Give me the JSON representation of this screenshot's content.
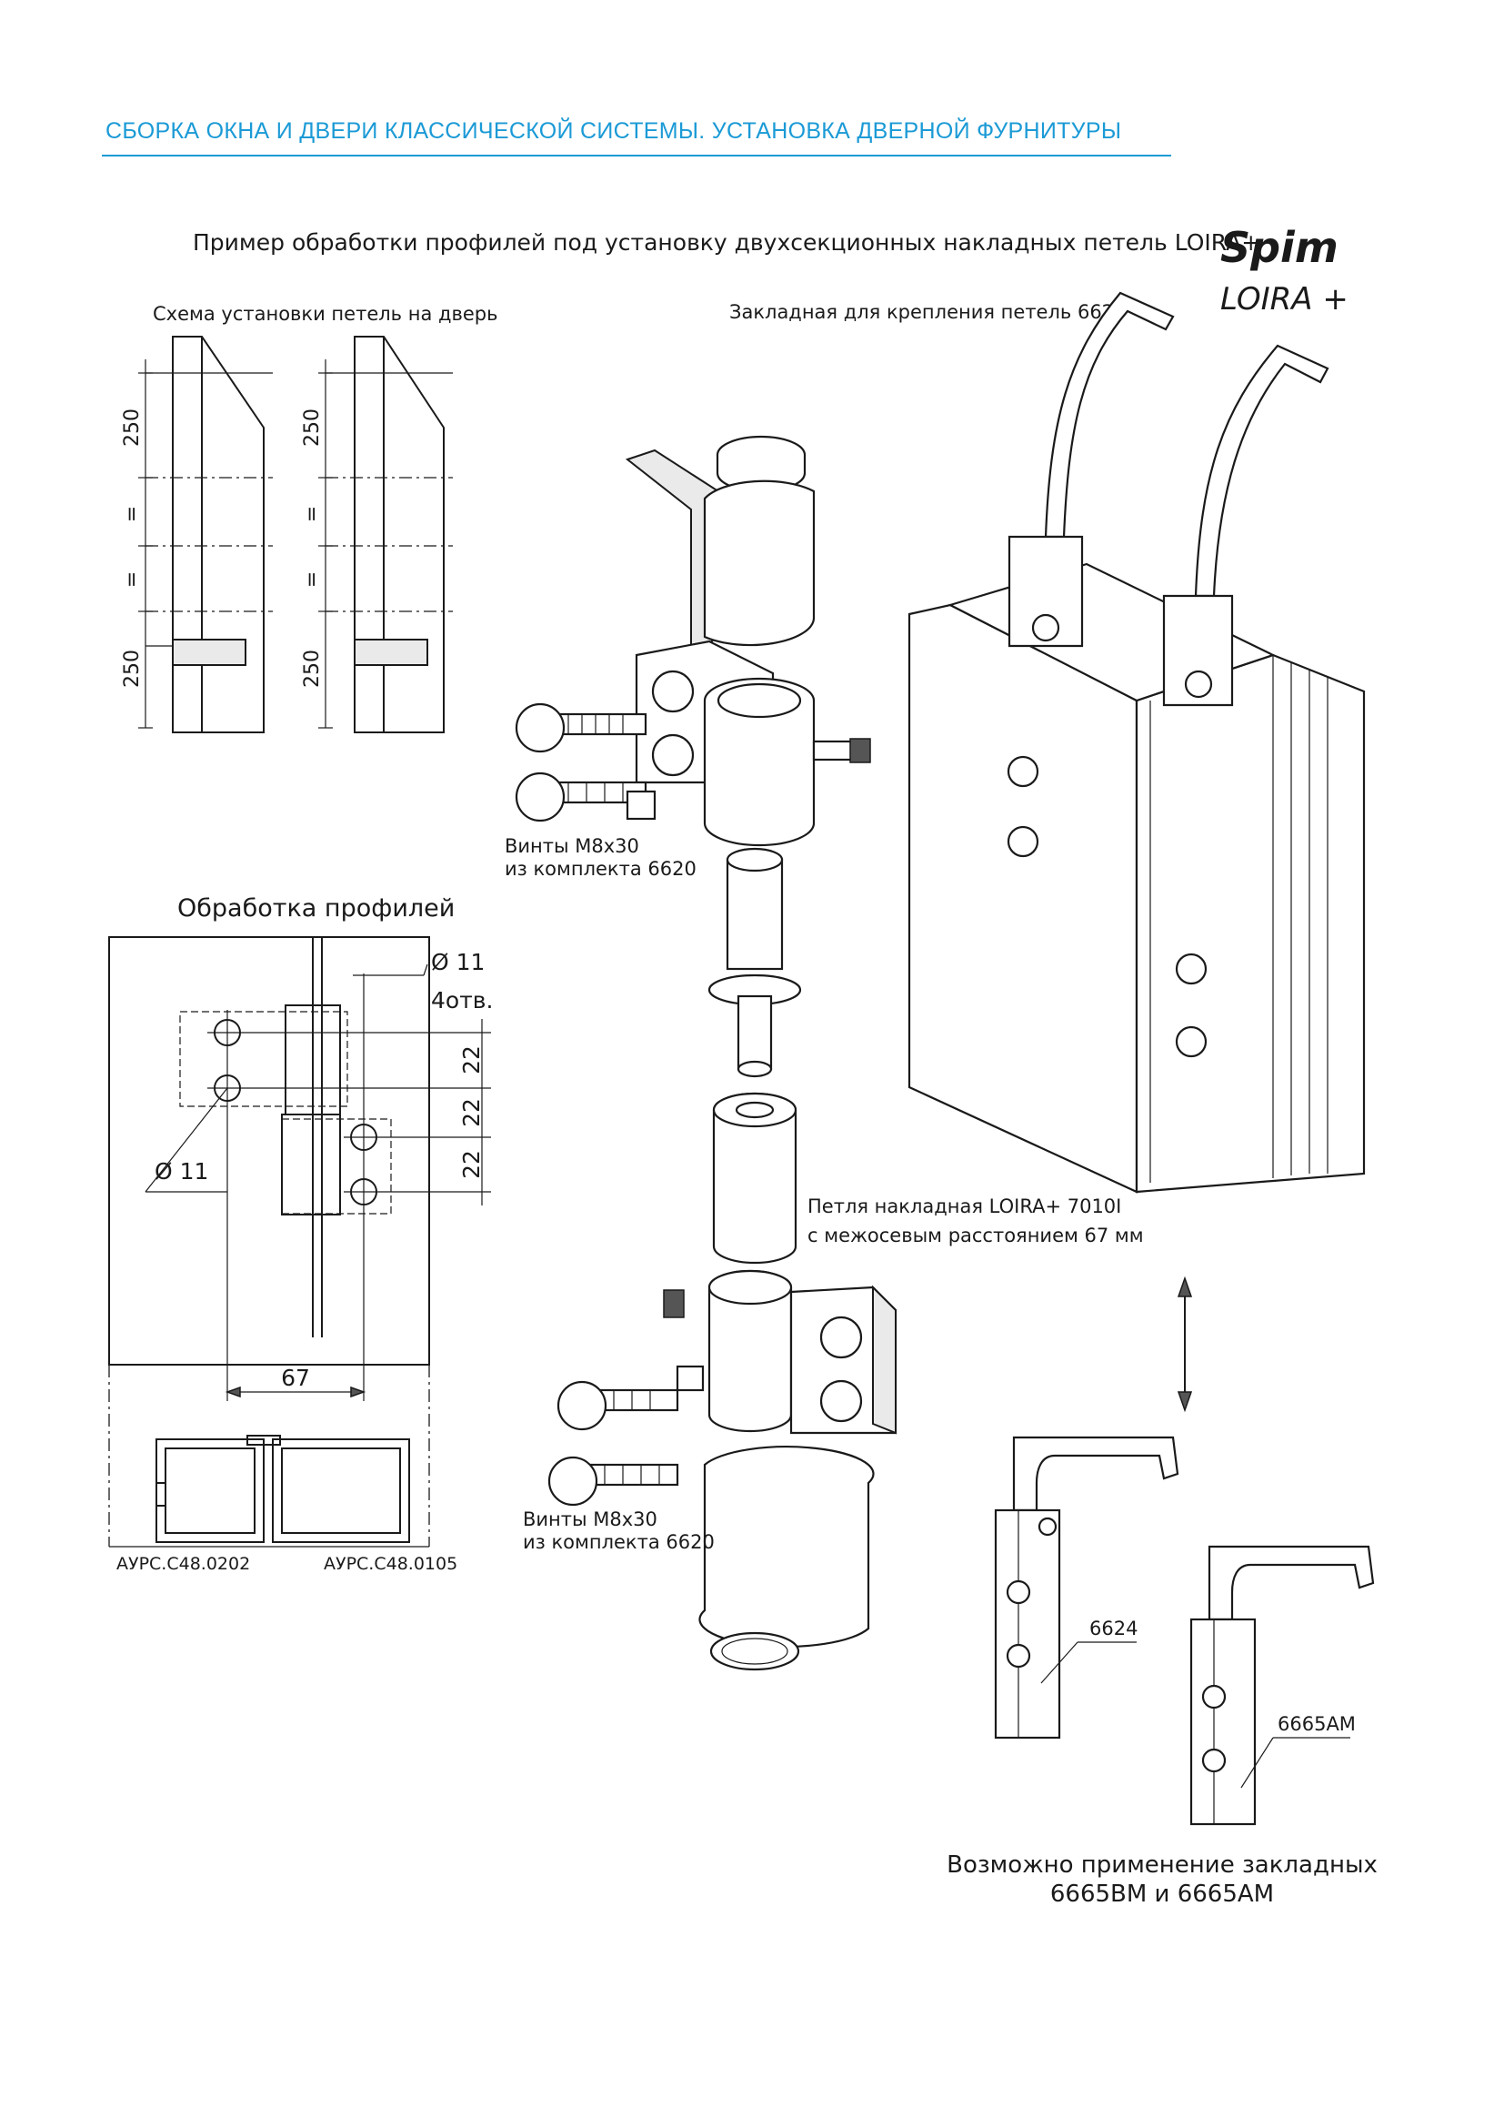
{
  "header": {
    "title": "СБОРКА ОКНА И ДВЕРИ КЛАССИЧЕСКОЙ СИСТЕМЫ. УСТАНОВКА ДВЕРНОЙ ФУРНИТУРЫ",
    "accent_color": "#1b9ad6"
  },
  "drawing": {
    "main_title": "Пример обработки профилей под установку двухсекционных накладных петель LOIRA+",
    "logo_brand": "Spim",
    "logo_product": "LOIRA +",
    "scheme_title": "Схема установки петель на дверь",
    "scheme_dims": {
      "top": "250",
      "equal1": "=",
      "equal2": "=",
      "bottom": "250"
    },
    "processing_title": "Обработка профилей",
    "hole_diameter": "Ø 11",
    "hole_count": "4отв.",
    "hole_diameter_left": "Ø 11",
    "pitch1": "22",
    "pitch2": "22",
    "pitch3": "22",
    "axis_distance": "67",
    "profile_left": "АУРС.С48.0202",
    "profile_right": "АУРС.С48.0105",
    "insert_label": "Закладная для крепления петель 6620",
    "screws_top_line1": "Винты М8х30",
    "screws_top_line2": "из комплекта 6620",
    "screws_bottom_line1": "Винты М8х30",
    "screws_bottom_line2": "из комплекта 6620",
    "hinge_line1": "Петля накладная LOIRA+ 7010I",
    "hinge_line2": "с межосевым расстоянием 67 мм",
    "part_6624": "6624",
    "part_6665am": "6665АМ",
    "note_line1": "Возможно применение закладных",
    "note_line2": "6665BM и 6665AM"
  }
}
